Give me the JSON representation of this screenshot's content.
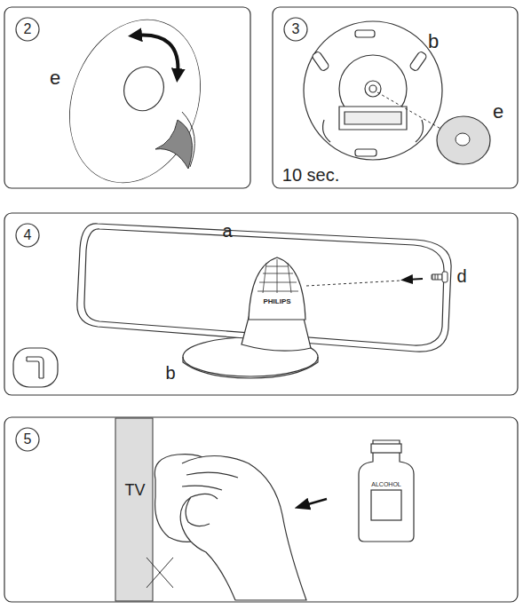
{
  "diagram": {
    "nodes": [
      {
        "text": [
          "2"
        ]
      },
      {
        "text": [
          "3"
        ]
      },
      {
        "text": [
          "4"
        ]
      },
      {
        "text": [
          "5"
        ]
      }
    ],
    "labels": [
      "e",
      "b",
      "e",
      "10 sec.",
      "a",
      "PHILIPS",
      "d",
      "b",
      "TV",
      "ALCOHOL"
    ]
  }
}
